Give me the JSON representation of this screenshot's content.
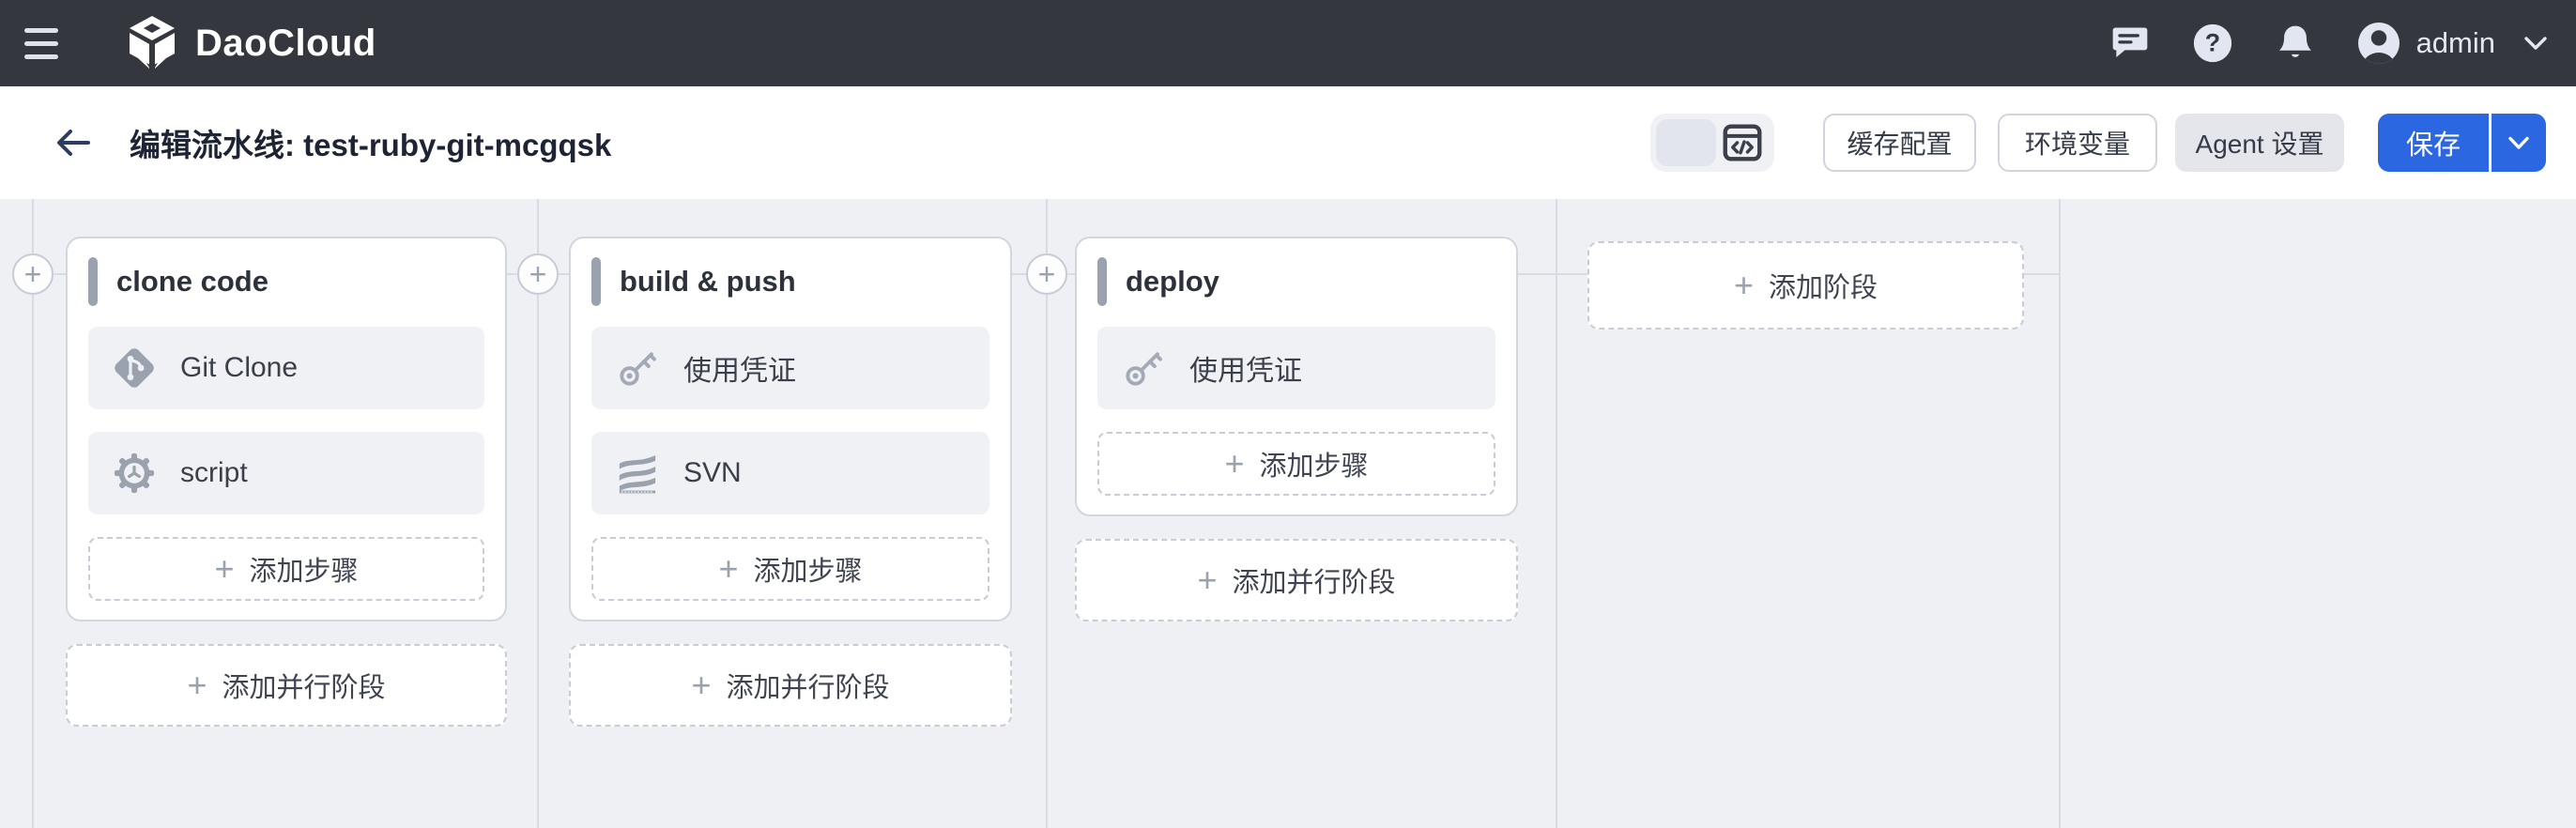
{
  "navbar": {
    "brand": "DaoCloud",
    "user": "admin",
    "icons": [
      "menu-icon",
      "chat-icon",
      "help-icon",
      "bell-icon",
      "avatar",
      "chevron-down-icon"
    ]
  },
  "toolbar": {
    "title": "编辑流水线: test-ruby-git-mcgqsk",
    "view_toggle": {
      "segments": [
        "graphic-view",
        "yaml-view"
      ],
      "selected": "graphic-view"
    },
    "buttons": {
      "cache_config": "缓存配置",
      "env_vars": "环境变量",
      "agent_settings": "Agent 设置",
      "save": "保存"
    }
  },
  "canvas": {
    "stages": [
      {
        "name": "clone code",
        "steps": [
          {
            "label": "Git Clone",
            "icon": "git-icon"
          },
          {
            "label": "script",
            "icon": "gear-icon"
          }
        ]
      },
      {
        "name": "build & push",
        "steps": [
          {
            "label": "使用凭证",
            "icon": "key-icon"
          },
          {
            "label": "SVN",
            "icon": "svn-icon"
          }
        ]
      },
      {
        "name": "deploy",
        "steps": [
          {
            "label": "使用凭证",
            "icon": "key-icon"
          }
        ]
      }
    ],
    "add_step_label": "添加步骤",
    "add_parallel_label": "添加并行阶段",
    "add_stage_label": "添加阶段",
    "plus_glyph": "+"
  },
  "colors": {
    "navbar_bg": "#34373e",
    "canvas_bg": "#eef0f4",
    "accent_blue": "#2b67e0",
    "step_bg": "#f0f1f5",
    "dashed_border": "#c7ccd6",
    "icon_gray": "#9aa2ae"
  }
}
